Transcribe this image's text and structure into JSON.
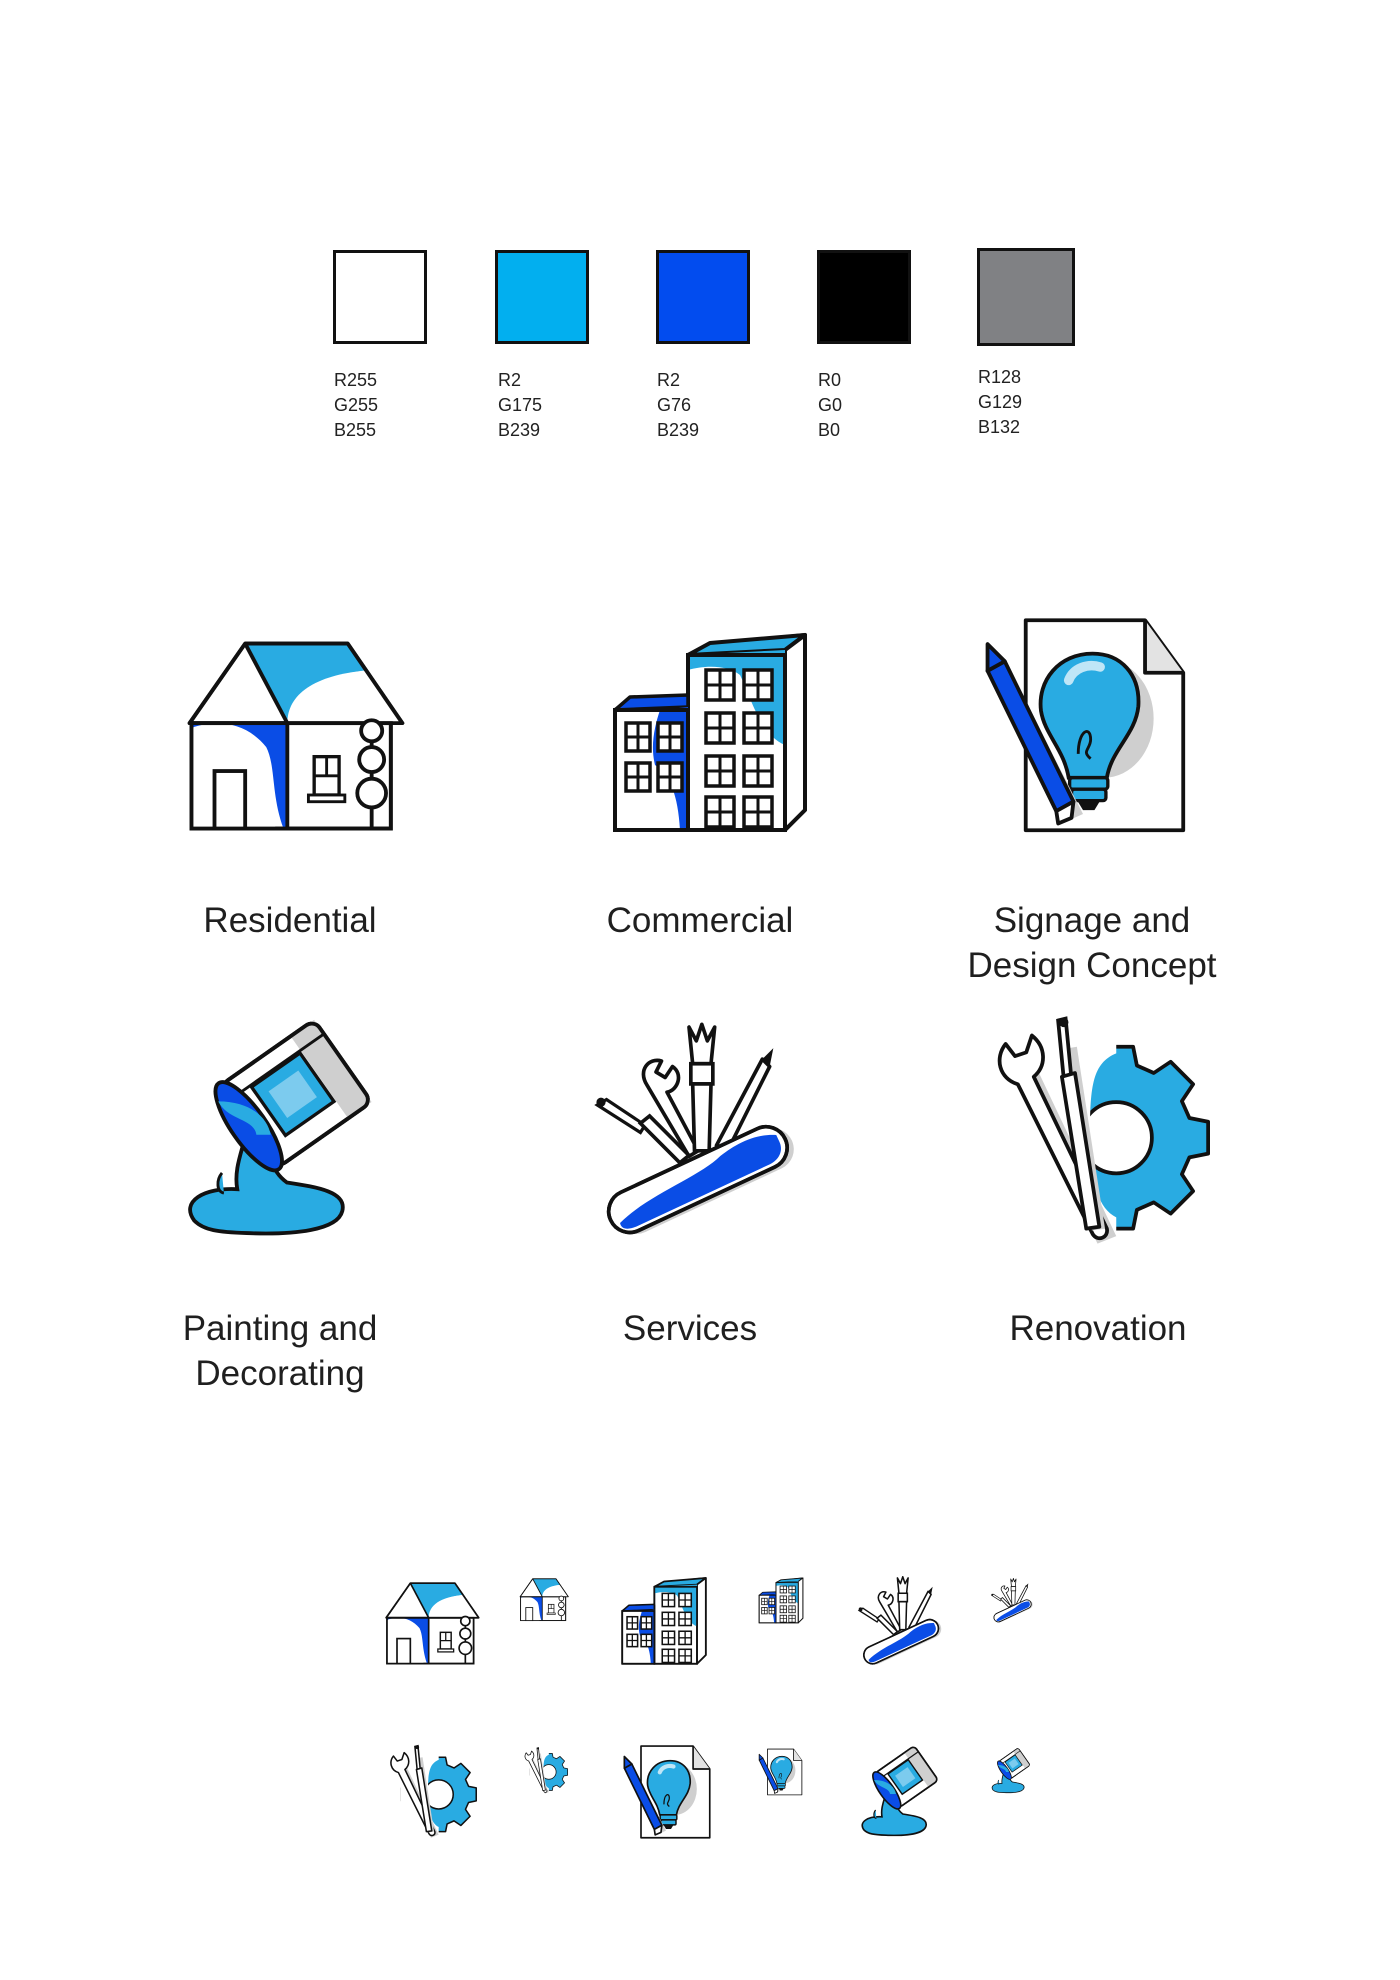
{
  "palette": [
    {
      "hex": "#ffffff",
      "lines": [
        "R255",
        "G255",
        "B255"
      ]
    },
    {
      "hex": "#02afef",
      "lines": [
        "R2",
        "G175",
        "B239"
      ]
    },
    {
      "hex": "#024cef",
      "lines": [
        "R2",
        "G76",
        "B239"
      ]
    },
    {
      "hex": "#000000",
      "lines": [
        "R0",
        "G0",
        "B0"
      ]
    },
    {
      "hex": "#808184",
      "lines": [
        "R128",
        "G129",
        "B132"
      ]
    }
  ],
  "services": [
    {
      "icon": "house-icon",
      "label_lines": [
        "Residential"
      ]
    },
    {
      "icon": "office-buildings-icon",
      "label_lines": [
        "Commercial"
      ]
    },
    {
      "icon": "lightbulb-document-icon",
      "label_lines": [
        "Signage and",
        "Design Concept"
      ]
    },
    {
      "icon": "paint-bucket-pour-icon",
      "label_lines": [
        "Painting and",
        "Decorating"
      ]
    },
    {
      "icon": "tool-set-icon",
      "label_lines": [
        "Services"
      ]
    },
    {
      "icon": "wrench-gear-icon",
      "label_lines": [
        "Renovation"
      ]
    }
  ],
  "colors": {
    "light_blue": "#29abe2",
    "dark_blue": "#0a4de6",
    "outline": "#111111",
    "shadow": "#c8c8c8"
  }
}
